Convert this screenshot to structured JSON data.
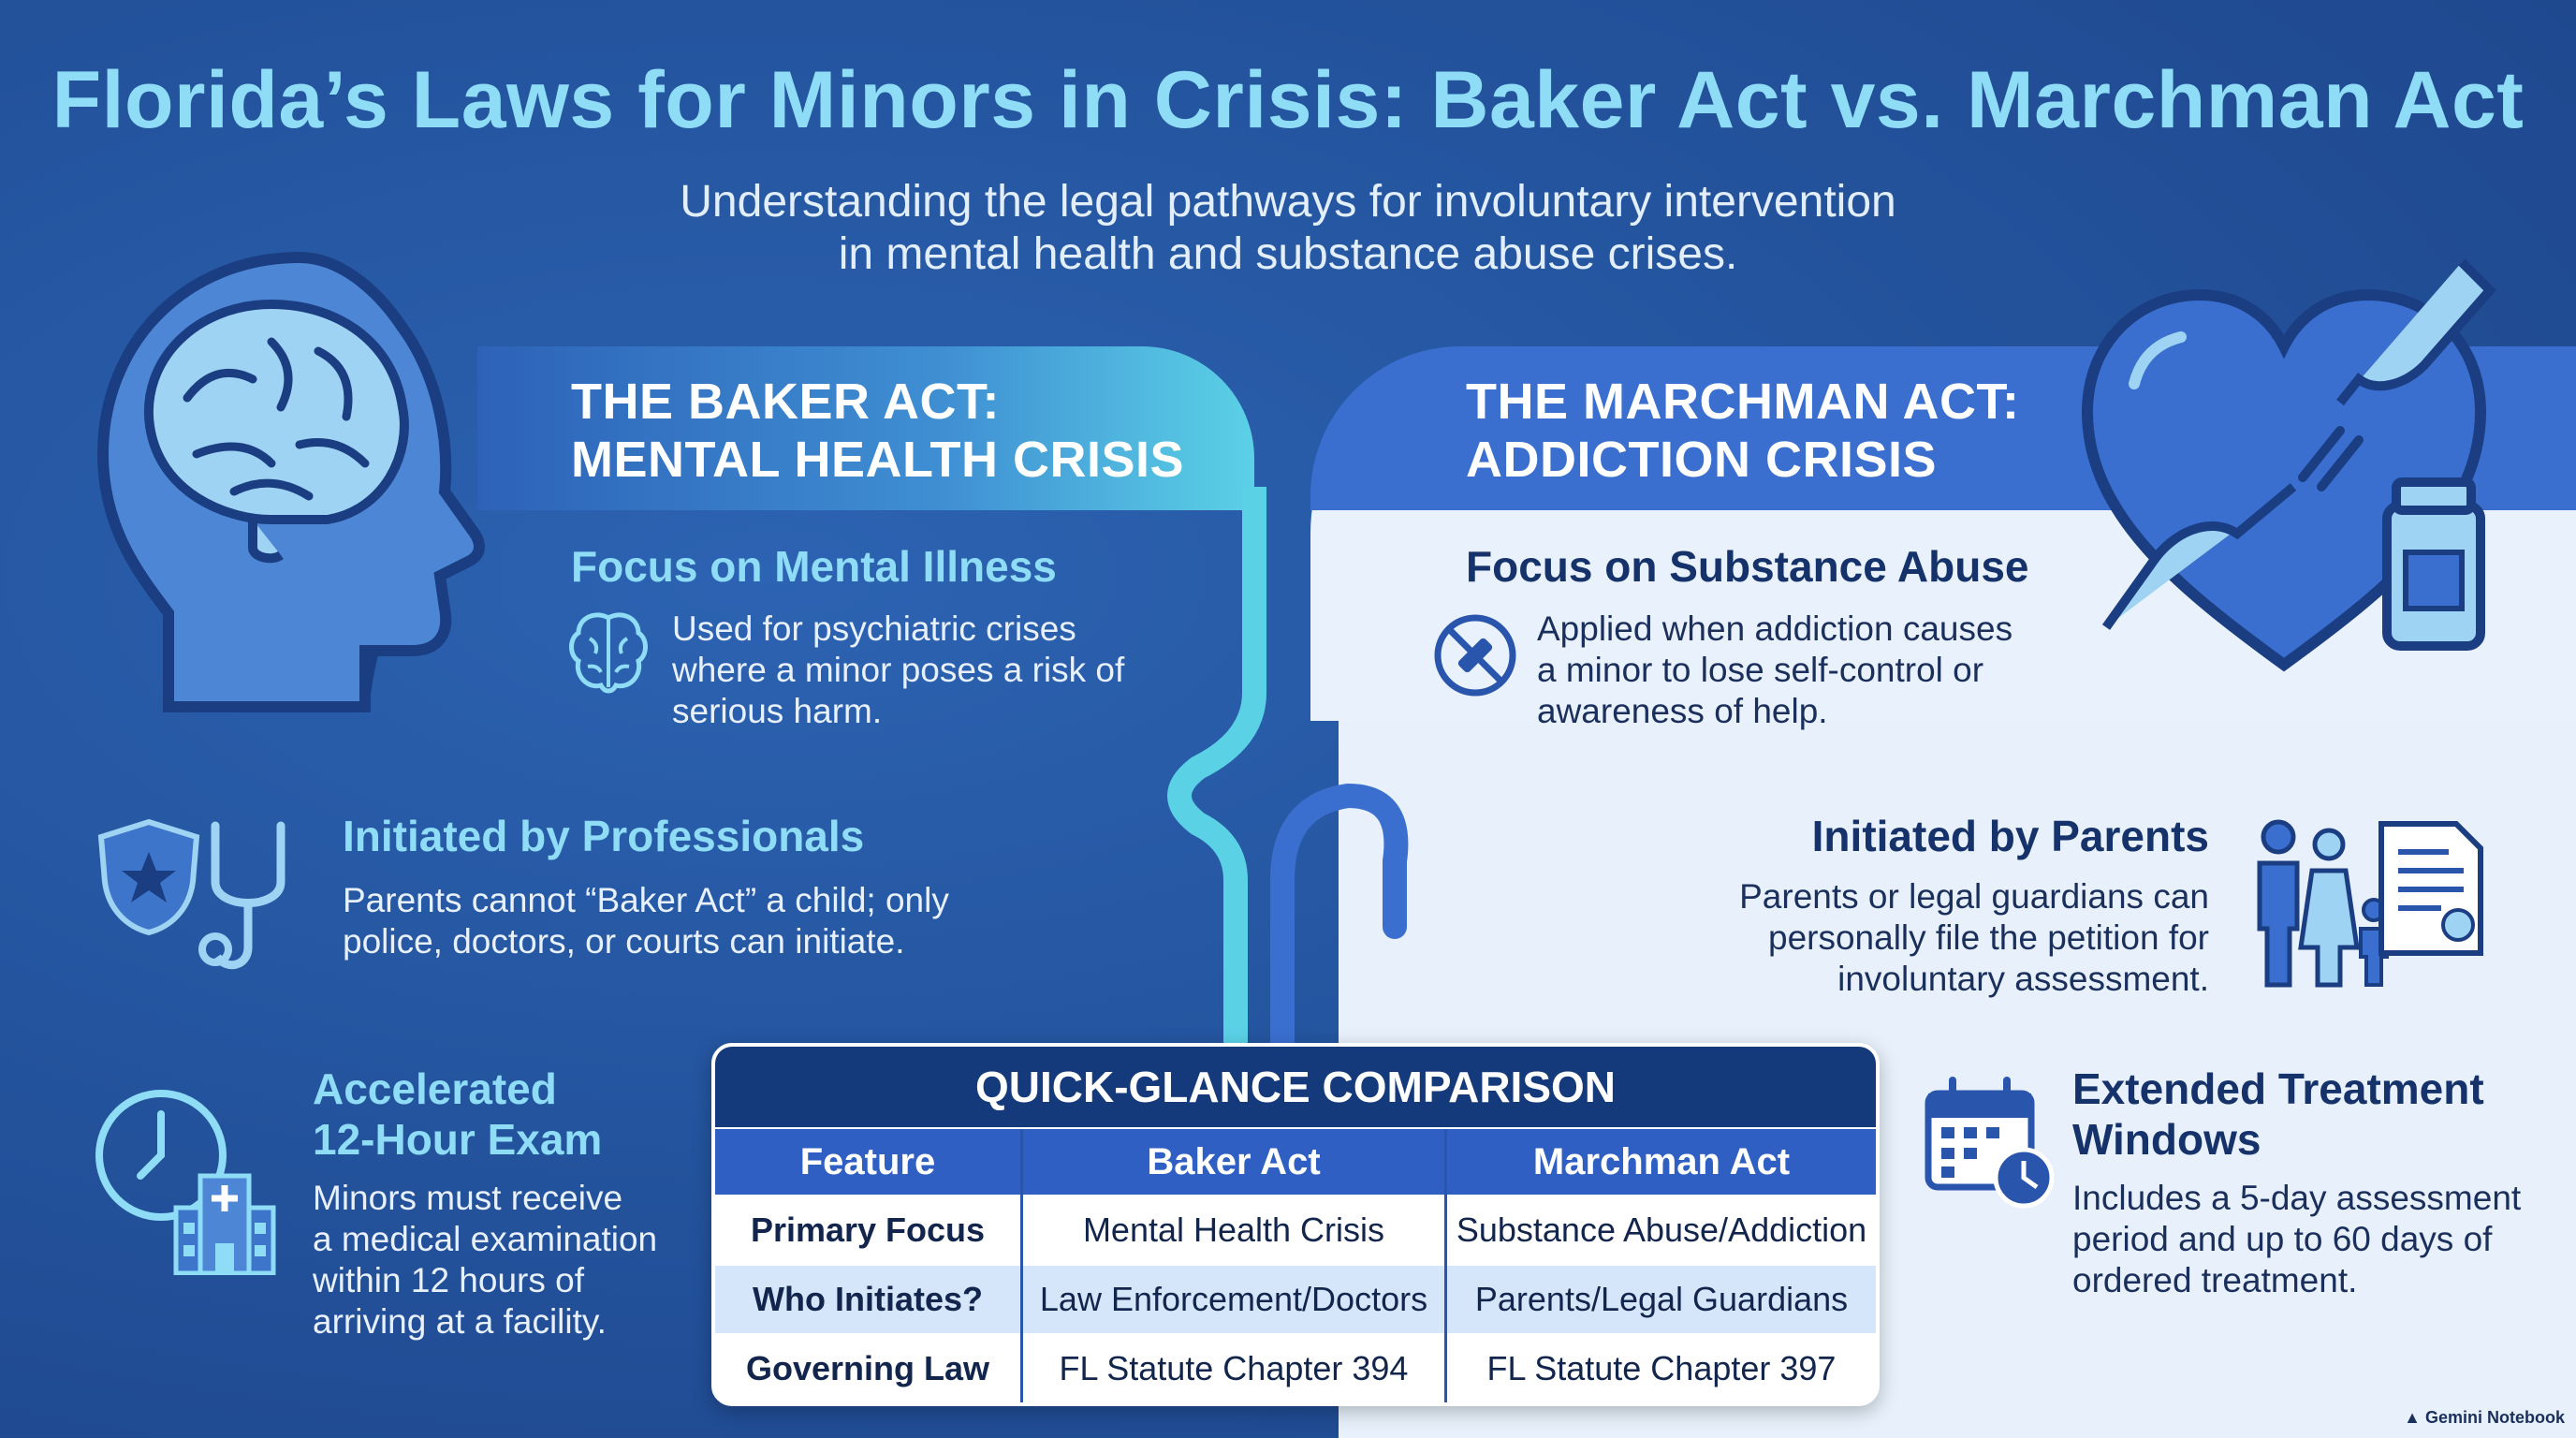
{
  "title": "Florida’s Laws for Minors in Crisis: Baker Act vs. Marchman Act",
  "subtitle": {
    "line1": "Understanding the legal pathways for involuntary intervention",
    "line2": "in mental health and substance abuse crises."
  },
  "baker": {
    "header_line1": "THE BAKER ACT:",
    "header_line2": "MENTAL HEALTH CRISIS",
    "focus_title": "Focus on Mental Illness",
    "focus_lines": [
      "Used for psychiatric crises",
      "where a minor poses a risk of",
      "serious harm."
    ],
    "initiated_title": "Initiated by Professionals",
    "initiated_lines": [
      "Parents cannot “Baker Act” a child; only",
      "police, doctors, or courts can initiate."
    ],
    "exam_title_line1": "Accelerated",
    "exam_title_line2": "12-Hour Exam",
    "exam_lines": [
      "Minors must receive",
      "a medical examination",
      "within 12 hours of",
      "arriving at a facility."
    ]
  },
  "marchman": {
    "header_line1": "THE MARCHMAN ACT:",
    "header_line2": "ADDICTION CRISIS",
    "focus_title": "Focus on Substance Abuse",
    "focus_lines": [
      "Applied when addiction causes",
      "a minor to lose self-control or",
      "awareness of help."
    ],
    "initiated_title": "Initiated by Parents",
    "initiated_lines": [
      "Parents or legal guardians can",
      "personally file the petition for",
      "involuntary assessment."
    ],
    "treatment_title_line1": "Extended Treatment",
    "treatment_title_line2": "Windows",
    "treatment_lines": [
      "Includes a 5-day assessment",
      "period and up to 60 days of",
      "ordered treatment."
    ]
  },
  "table": {
    "title": "QUICK-GLANCE COMPARISON",
    "headers": [
      "Feature",
      "Baker Act",
      "Marchman Act"
    ],
    "rows": [
      [
        "Primary Focus",
        "Mental Health Crisis",
        "Substance Abuse/Addiction"
      ],
      [
        "Who Initiates?",
        "Law Enforcement/Doctors",
        "Parents/Legal Guardians"
      ],
      [
        "Governing Law",
        "FL Statute Chapter 394",
        "FL Statute Chapter 397"
      ]
    ]
  },
  "footer": {
    "brand": "Gemini Notebook"
  },
  "icons": [
    "head-brain-icon",
    "brain-icon",
    "police-badge-icon",
    "stethoscope-icon",
    "clock-icon",
    "hospital-icon",
    "heart-hands-icon",
    "no-drugs-icon",
    "family-icon",
    "document-icon",
    "calendar-icon"
  ],
  "colors": {
    "background": "#24549e",
    "accent_light": "#8fdcf7",
    "panel_light": "#e7f0fb",
    "table_title": "#153a7c",
    "table_header": "#2f5fc3"
  }
}
